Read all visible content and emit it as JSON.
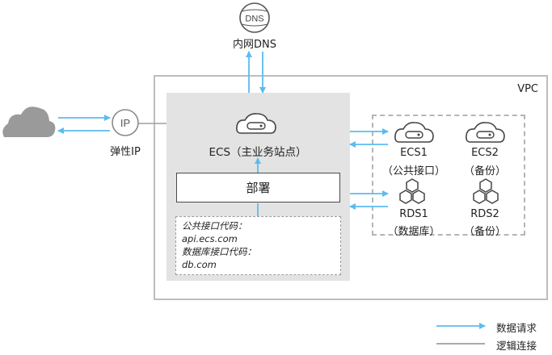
{
  "dns": {
    "label": "内网DNS",
    "icon_text": "DNS"
  },
  "internet": {
    "eip_label": "弹性IP",
    "ip_icon_text": "IP"
  },
  "vpc": {
    "label": "VPC"
  },
  "ecs_main": {
    "label": "ECS（主业务站点）"
  },
  "deploy": {
    "label": "部署"
  },
  "code": {
    "line1": "公共接口代码：",
    "line2": "api.ecs.com",
    "line3": "数据库接口代码：",
    "line4": "db.com"
  },
  "nodes": {
    "ecs1": {
      "name": "ECS1",
      "role": "（公共接口）"
    },
    "ecs2": {
      "name": "ECS2",
      "role": "（备份）"
    },
    "rds1": {
      "name": "RDS1",
      "role": "（数据库）"
    },
    "rds2": {
      "name": "RDS2",
      "role": "（备份）"
    }
  },
  "legend": {
    "data_request": "数据请求",
    "logical_link": "逻辑连接"
  },
  "colors": {
    "arrow": "#5bbcf0",
    "line": "#9e9e9e",
    "panel": "#e3e3e3"
  }
}
